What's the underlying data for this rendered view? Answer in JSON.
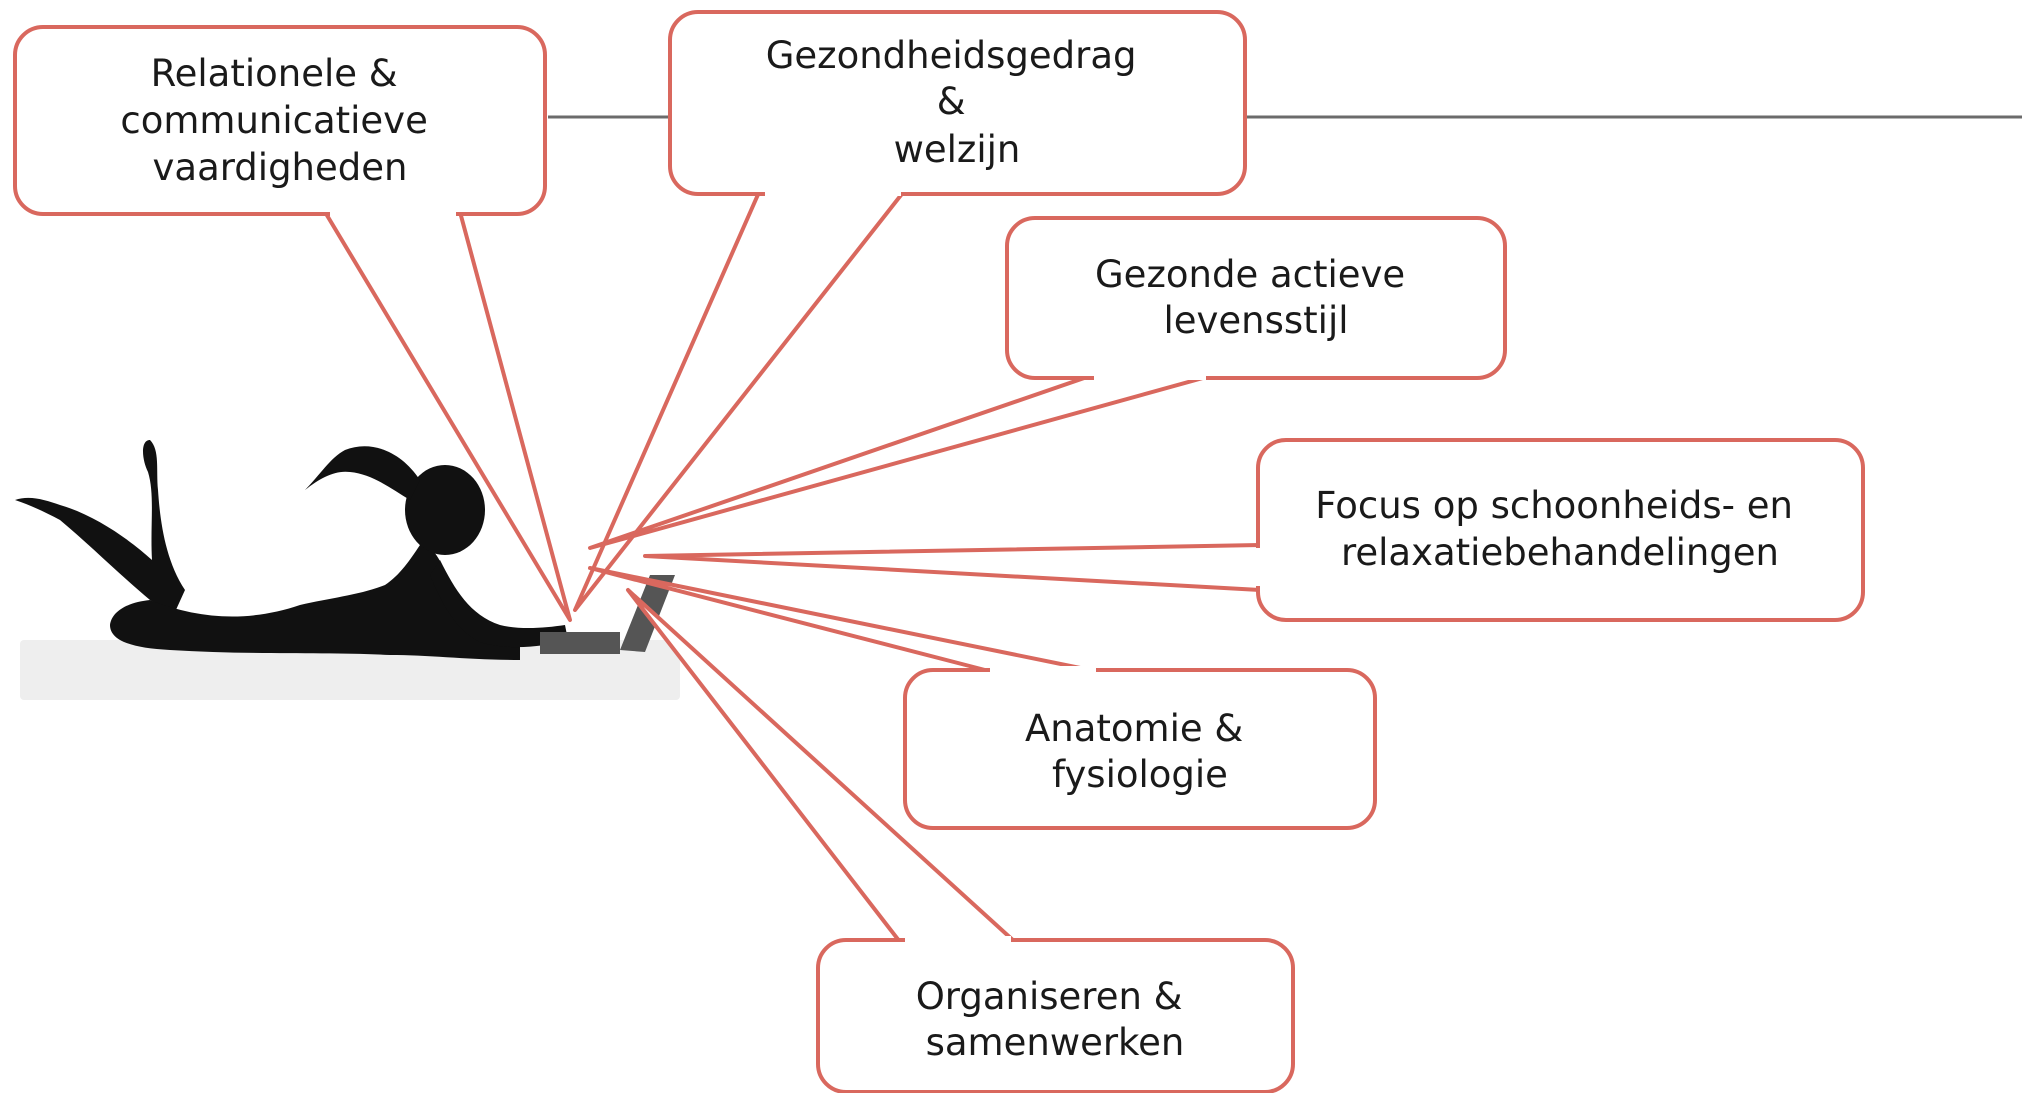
{
  "colors": {
    "callout_stroke": "#d9685e",
    "callout_fill": "#ffffff",
    "rule_line": "#6b6b6b",
    "silhouette": "#111111",
    "floor_shadow": "#e6e6e6"
  },
  "figure": {
    "icon": "woman-lying-with-laptop-silhouette"
  },
  "callouts": [
    {
      "id": "relational",
      "lines": [
        "Relationele &",
        "communicatieve",
        "vaardigheden"
      ]
    },
    {
      "id": "health",
      "lines": [
        "Gezondheidsgedrag",
        "&",
        "welzijn"
      ]
    },
    {
      "id": "lifestyle",
      "lines": [
        "Gezonde actieve",
        "levensstijl"
      ]
    },
    {
      "id": "beauty",
      "lines": [
        "Focus op schoonheids- en",
        "relaxatiebehandelingen"
      ]
    },
    {
      "id": "anatomy",
      "lines": [
        "Anatomie &",
        "fysiologie"
      ]
    },
    {
      "id": "organise",
      "lines": [
        "Organiseren &",
        "samenwerken"
      ]
    }
  ]
}
